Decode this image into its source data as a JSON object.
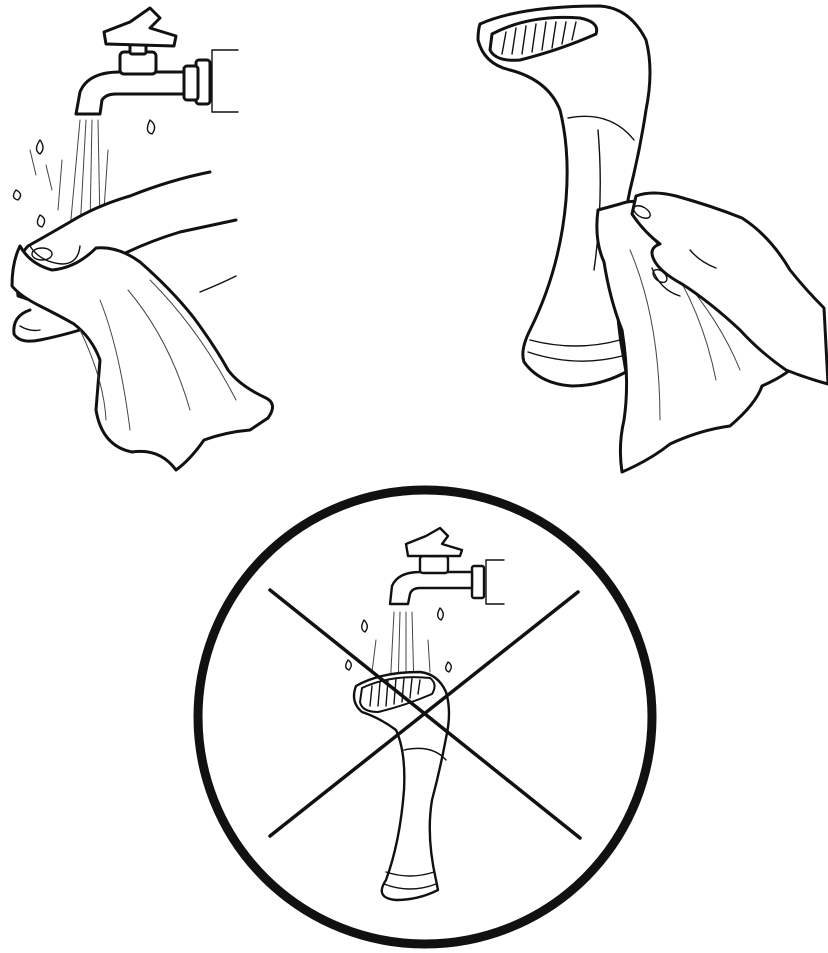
{
  "figure": {
    "panels": [
      {
        "id": "rinse-cloth",
        "depicts": [
          "faucet-icon",
          "water-stream-icon",
          "hand-icon",
          "cloth-icon"
        ]
      },
      {
        "id": "wipe-steamer",
        "depicts": [
          "steamer-icon",
          "hand-icon",
          "cloth-icon"
        ]
      },
      {
        "id": "no-water-on-steamer",
        "depicts": [
          "prohibition-circle-icon",
          "cross-icon",
          "faucet-icon",
          "steamer-icon"
        ]
      }
    ],
    "colors": {
      "ink": "#111111",
      "background": "#ffffff"
    }
  }
}
